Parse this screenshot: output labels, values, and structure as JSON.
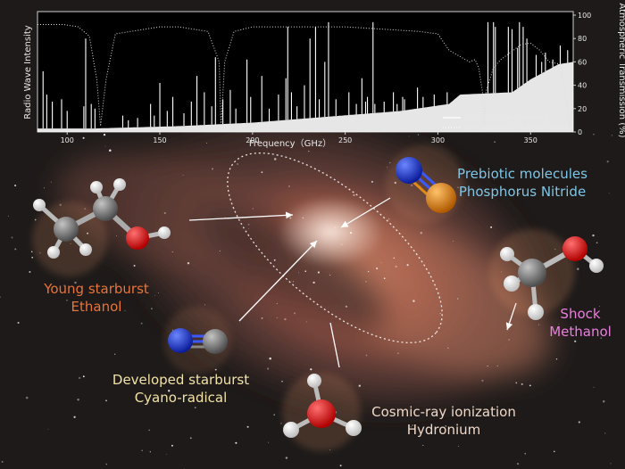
{
  "colors": {
    "young": "#e8743a",
    "prebiotic": "#7fc6e6",
    "developed": "#f2e2a6",
    "cosmic": "#f0d8c8",
    "shock": "#ec7ee0",
    "carbon": "#8a8a8a",
    "oxygen": "#e01010",
    "nitrogen": "#1f3fd6",
    "phosphorus": "#e08a18",
    "hydrogen": "#f4f4f4"
  },
  "labels": {
    "young": {
      "line1": "Young starburst",
      "line2": "Ethanol"
    },
    "prebiotic": {
      "line1": "Prebiotic molecules",
      "line2": "Phosphorus Nitride"
    },
    "developed": {
      "line1": "Developed starburst",
      "line2": "Cyano-radical"
    },
    "cosmic": {
      "line1": "Cosmic-ray ionization",
      "line2": "Hydronium"
    },
    "shock": {
      "line1": "Shock",
      "line2": "Methanol"
    }
  },
  "chart_data": {
    "type": "line",
    "xlabel": "Frequency（GHz）",
    "ylabel_left": "Radio Wave Intensity",
    "ylabel_right": "Atmospheric Transmission (%)",
    "xlim": [
      84,
      373
    ],
    "x_ticks": [
      100,
      150,
      200,
      250,
      300,
      350
    ],
    "y_right_ticks": [
      0,
      20,
      40,
      60,
      80,
      100
    ],
    "legend_position": "bottom-right",
    "series": [
      {
        "name": "Radio Wave Intensity",
        "style": "solid",
        "baseline": [
          [
            84,
            0.03
          ],
          [
            115,
            0.03
          ],
          [
            160,
            0.05
          ],
          [
            200,
            0.08
          ],
          [
            240,
            0.13
          ],
          [
            280,
            0.18
          ],
          [
            306,
            0.24
          ],
          [
            312,
            0.32
          ],
          [
            340,
            0.34
          ],
          [
            350,
            0.45
          ],
          [
            365,
            0.58
          ],
          [
            373,
            0.6
          ]
        ],
        "lines": [
          [
            87,
            0.52
          ],
          [
            89,
            0.32
          ],
          [
            92,
            0.26
          ],
          [
            97,
            0.28
          ],
          [
            100,
            0.18
          ],
          [
            109,
            0.22
          ],
          [
            110,
            0.8
          ],
          [
            113,
            0.24
          ],
          [
            115,
            0.2
          ],
          [
            130,
            0.14
          ],
          [
            133,
            0.1
          ],
          [
            138,
            0.12
          ],
          [
            145,
            0.24
          ],
          [
            147,
            0.14
          ],
          [
            150,
            0.42
          ],
          [
            154,
            0.18
          ],
          [
            157,
            0.3
          ],
          [
            163,
            0.16
          ],
          [
            167,
            0.26
          ],
          [
            170,
            0.48
          ],
          [
            174,
            0.34
          ],
          [
            178,
            0.22
          ],
          [
            180,
            0.64
          ],
          [
            184,
            0.28
          ],
          [
            188,
            0.36
          ],
          [
            191,
            0.2
          ],
          [
            197,
            0.62
          ],
          [
            199,
            0.3
          ],
          [
            205,
            0.48
          ],
          [
            209,
            0.2
          ],
          [
            214,
            0.32
          ],
          [
            218,
            0.46
          ],
          [
            219,
            0.9
          ],
          [
            221,
            0.34
          ],
          [
            224,
            0.22
          ],
          [
            228,
            0.4
          ],
          [
            231,
            0.8
          ],
          [
            234,
            0.9
          ],
          [
            236,
            0.28
          ],
          [
            239,
            0.6
          ],
          [
            241,
            0.94
          ],
          [
            245,
            0.28
          ],
          [
            252,
            0.34
          ],
          [
            256,
            0.24
          ],
          [
            259,
            0.46
          ],
          [
            261,
            0.26
          ],
          [
            262,
            0.3
          ],
          [
            265,
            0.94
          ],
          [
            266,
            0.24
          ],
          [
            271,
            0.26
          ],
          [
            276,
            0.34
          ],
          [
            278,
            0.24
          ],
          [
            281,
            0.3
          ],
          [
            282,
            0.28
          ],
          [
            289,
            0.38
          ],
          [
            292,
            0.3
          ],
          [
            298,
            0.32
          ],
          [
            305,
            0.34
          ],
          [
            327,
            0.94
          ],
          [
            330,
            0.94
          ],
          [
            331,
            0.9
          ],
          [
            338,
            0.9
          ],
          [
            340,
            0.88
          ],
          [
            343,
            0.72
          ],
          [
            344,
            0.94
          ],
          [
            346,
            0.9
          ],
          [
            348,
            0.8
          ],
          [
            353,
            0.66
          ],
          [
            356,
            0.6
          ],
          [
            358,
            0.68
          ],
          [
            362,
            0.62
          ],
          [
            366,
            0.74
          ],
          [
            370,
            0.7
          ]
        ]
      },
      {
        "name": "Atmospheric Transmission",
        "style": "dotted",
        "points": [
          [
            84,
            0.92
          ],
          [
            98,
            0.92
          ],
          [
            106,
            0.9
          ],
          [
            112,
            0.82
          ],
          [
            116,
            0.45
          ],
          [
            118,
            0.05
          ],
          [
            121,
            0.45
          ],
          [
            126,
            0.84
          ],
          [
            150,
            0.9
          ],
          [
            160,
            0.9
          ],
          [
            176,
            0.86
          ],
          [
            182,
            0.6
          ],
          [
            183,
            0.05
          ],
          [
            185,
            0.6
          ],
          [
            190,
            0.86
          ],
          [
            200,
            0.9
          ],
          [
            250,
            0.9
          ],
          [
            290,
            0.86
          ],
          [
            300,
            0.84
          ],
          [
            306,
            0.7
          ],
          [
            317,
            0.6
          ],
          [
            320,
            0.62
          ],
          [
            322,
            0.55
          ],
          [
            324,
            0.35
          ],
          [
            325,
            0.05
          ],
          [
            326,
            0.35
          ],
          [
            330,
            0.55
          ],
          [
            334,
            0.62
          ],
          [
            345,
            0.75
          ],
          [
            350,
            0.76
          ],
          [
            355,
            0.7
          ],
          [
            360,
            0.6
          ],
          [
            366,
            0.58
          ],
          [
            369,
            0.3
          ],
          [
            371,
            0.05
          ],
          [
            373,
            0.2
          ]
        ]
      }
    ]
  }
}
